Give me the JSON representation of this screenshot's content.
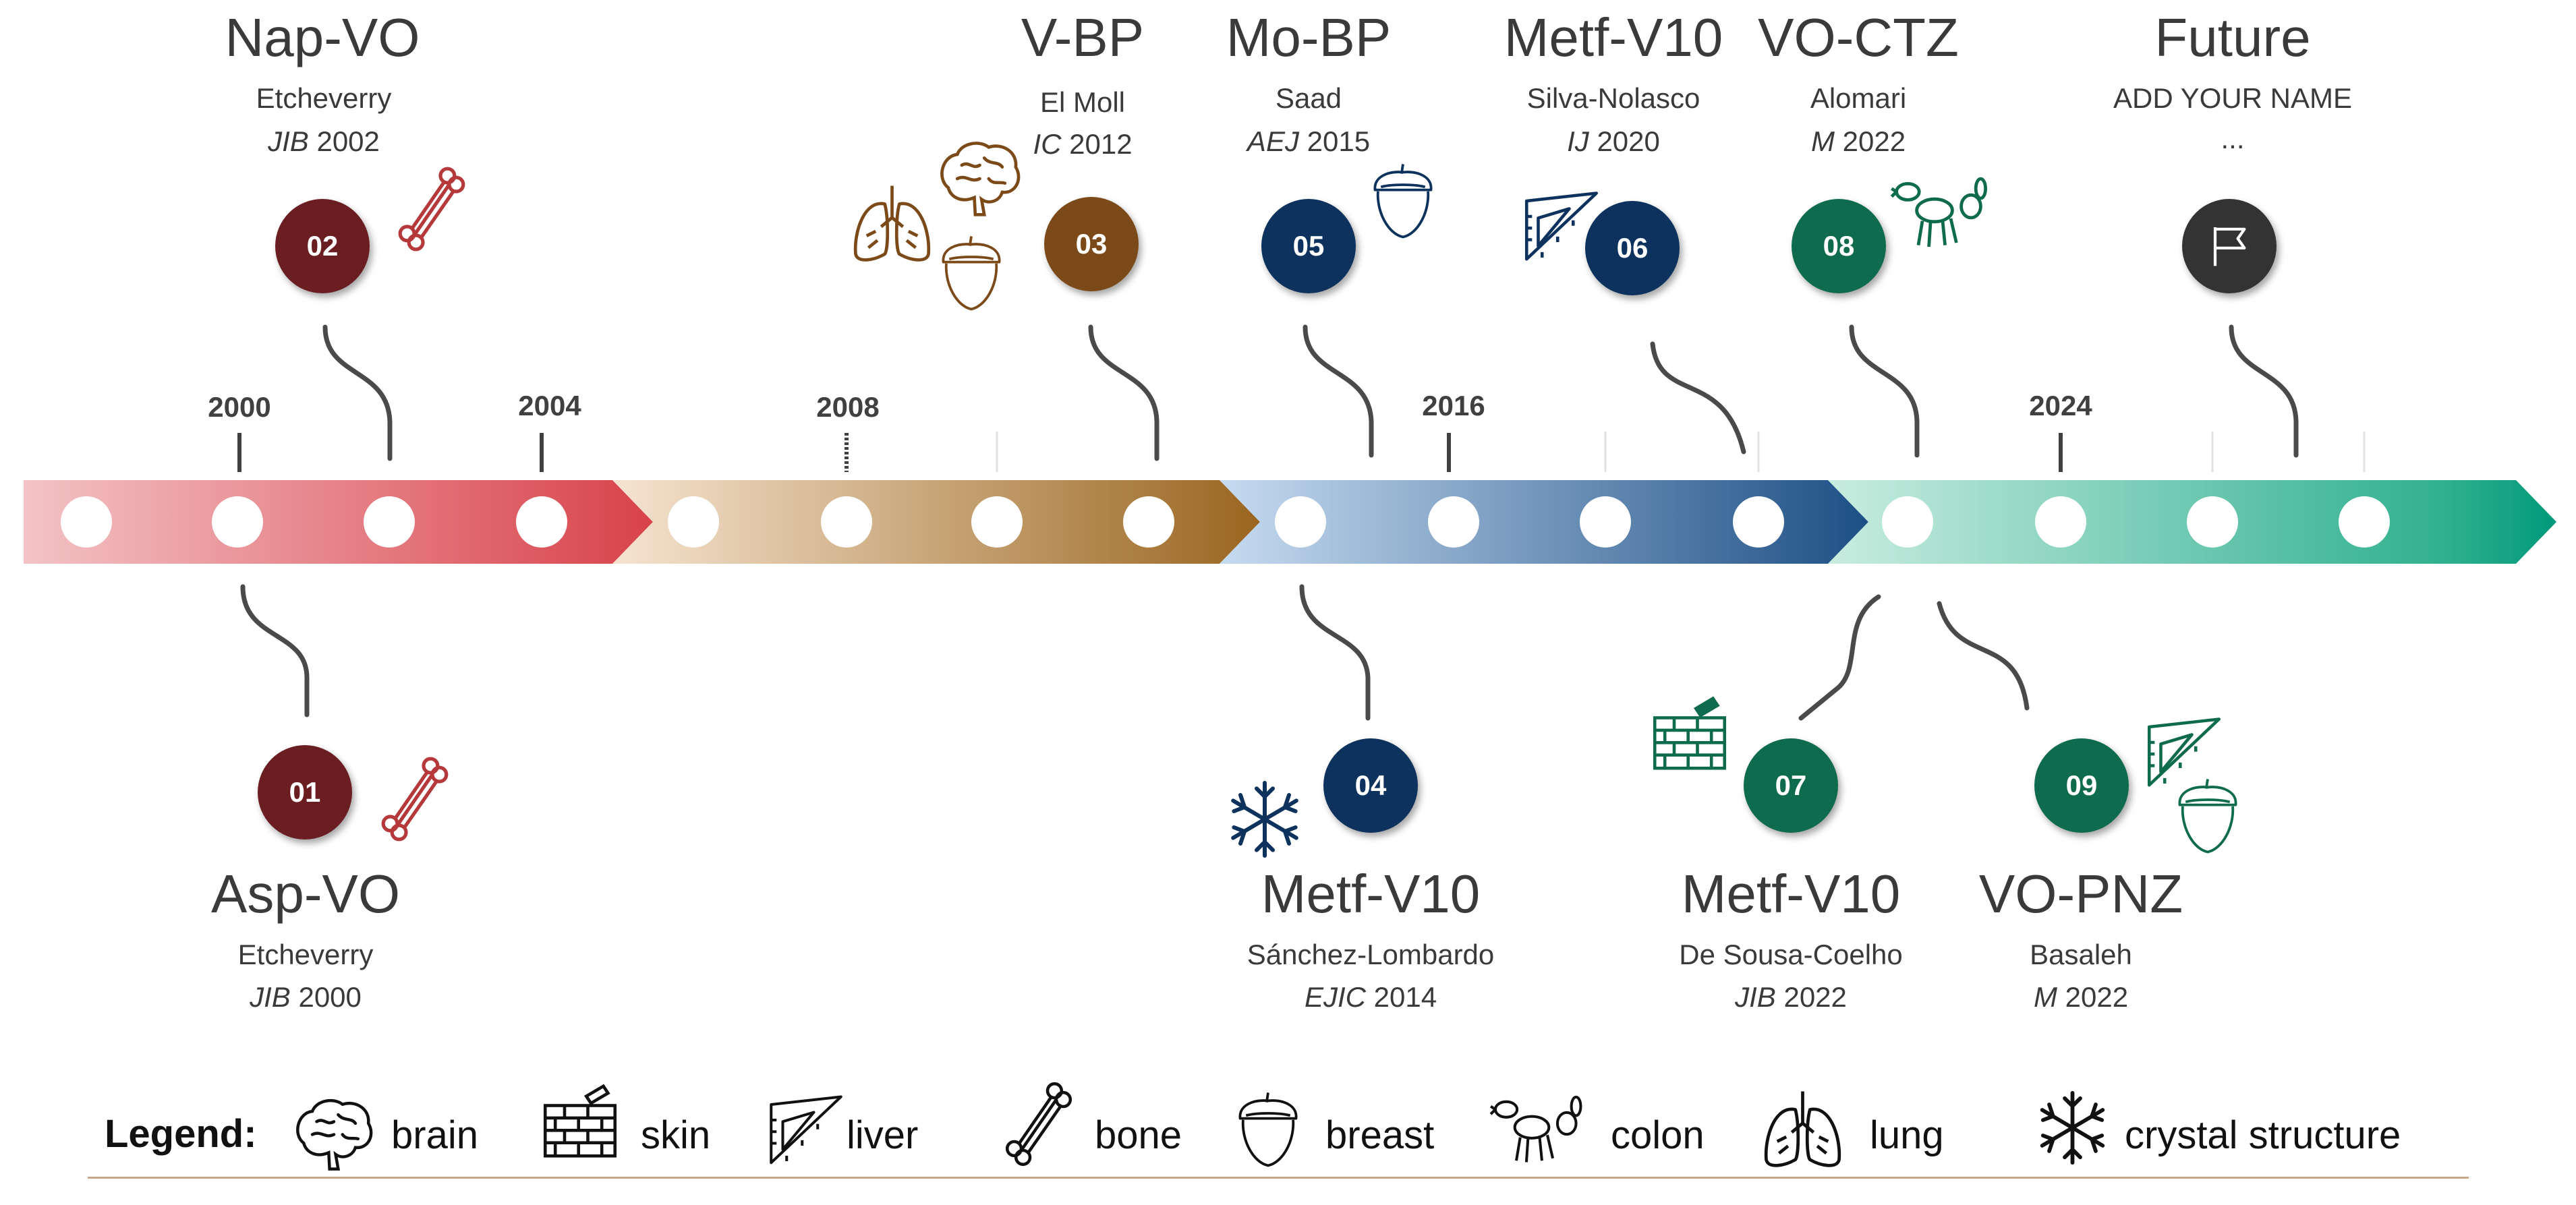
{
  "timeline": {
    "years": [
      "2000",
      "2004",
      "2008",
      "2016",
      "2024"
    ],
    "segment_colors": {
      "red": [
        "#f3c3c6",
        "#d8424a"
      ],
      "brown": [
        "#f6e4d0",
        "#9a6620"
      ],
      "blue": [
        "#c6dbf0",
        "#1d4f85"
      ],
      "green": [
        "#c8ece0",
        "#00997a"
      ]
    }
  },
  "entries": [
    {
      "num": "01",
      "title": "Asp-VO",
      "author": "Etcheverry",
      "journal": "JIB",
      "year": "2000",
      "color": "#6b1e22",
      "icons": [
        "bone-icon"
      ]
    },
    {
      "num": "02",
      "title": "Nap-VO",
      "author": "Etcheverry",
      "journal": "JIB",
      "year": "2002",
      "color": "#6b1e22",
      "icons": [
        "bone-icon"
      ]
    },
    {
      "num": "03",
      "title": "V-BP",
      "author": "El Moll",
      "journal": "IC",
      "year": "2012",
      "color": "#7b4a18",
      "icons": [
        "lung-icon",
        "brain-icon",
        "breast-icon"
      ]
    },
    {
      "num": "04",
      "title": "Metf-V10",
      "author": "Sánchez-Lombardo",
      "journal": "EJIC",
      "year": "2014",
      "color": "#0d325e",
      "icons": [
        "crystal-structure-icon"
      ]
    },
    {
      "num": "05",
      "title": "Mo-BP",
      "author": "Saad",
      "journal": "AEJ",
      "year": "2015",
      "color": "#0d325e",
      "icons": [
        "breast-icon"
      ]
    },
    {
      "num": "06",
      "title": "Metf-V10",
      "author": "Silva-Nolasco",
      "journal": "IJ",
      "year": "2020",
      "color": "#0d325e",
      "icons": [
        "liver-icon"
      ]
    },
    {
      "num": "07",
      "title": "Metf-V10",
      "author": "De Sousa-Coelho",
      "journal": "JIB",
      "year": "2022",
      "color": "#0f6b4e",
      "icons": [
        "skin-icon"
      ]
    },
    {
      "num": "08",
      "title": "VO-CTZ",
      "author": "Alomari",
      "journal": "M",
      "year": "2022",
      "color": "#0f6b4e",
      "icons": [
        "colon-icon"
      ]
    },
    {
      "num": "09",
      "title": "VO-PNZ",
      "author": "Basaleh",
      "journal": "M",
      "year": "2022",
      "color": "#0f6b4e",
      "icons": [
        "liver-icon",
        "breast-icon"
      ]
    }
  ],
  "future": {
    "title": "Future",
    "line1": "ADD YOUR NAME",
    "line2": "...",
    "color": "#333333",
    "icon": "flag-icon"
  },
  "legend": {
    "title": "Legend:",
    "items": [
      {
        "icon": "brain-icon",
        "label": "brain"
      },
      {
        "icon": "skin-icon",
        "label": "skin"
      },
      {
        "icon": "liver-icon",
        "label": "liver"
      },
      {
        "icon": "bone-icon",
        "label": "bone"
      },
      {
        "icon": "breast-icon",
        "label": "breast"
      },
      {
        "icon": "colon-icon",
        "label": "colon"
      },
      {
        "icon": "lung-icon",
        "label": "lung"
      },
      {
        "icon": "crystal-structure-icon",
        "label": "crystal structure"
      }
    ]
  }
}
